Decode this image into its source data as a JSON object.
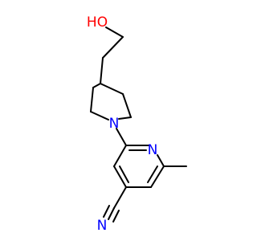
{
  "molecule": {
    "atoms": {
      "hydroxyl": "HO",
      "amine_nitrogen": "N",
      "pyridine_nitrogen": "N",
      "nitrile_nitrogen": "N"
    },
    "colors": {
      "oxygen": "#ff0000",
      "nitrogen": "#0000ff",
      "bond": "#000000",
      "background": "#ffffff"
    }
  }
}
